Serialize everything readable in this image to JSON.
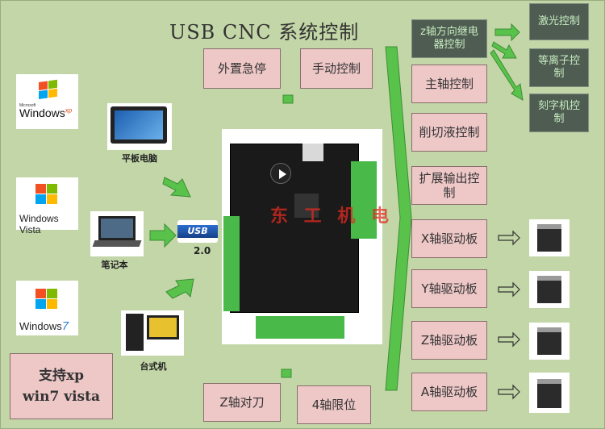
{
  "title": "USB CNC 系统控制",
  "left_os": {
    "xp": {
      "brand": "Windows",
      "sub": "xp",
      "tag": "Microsoft"
    },
    "vista": {
      "brand": "Windows",
      "sub": "Vista"
    },
    "win7": {
      "brand": "Windows",
      "sub": "7"
    }
  },
  "devices": {
    "tablet": "平板电脑",
    "laptop": "笔记本",
    "desktop": "台式机"
  },
  "usb": {
    "logo": "USB",
    "version": "2.0"
  },
  "support": {
    "line1": "支持xp",
    "line2": "win7 vista"
  },
  "top_buttons": {
    "estop": "外置急停",
    "manual": "手动控制"
  },
  "bottom_buttons": {
    "z_tool": "Z轴对刀",
    "limit4": "4轴限位"
  },
  "right_modules": {
    "relay": "z轴方向继电器控制",
    "spindle": "主轴控制",
    "coolant": "削切液控制",
    "expand": "扩展输出控制",
    "x_driver": "X轴驱动板",
    "y_driver": "Y轴驱动板",
    "z_driver": "Z轴驱动板",
    "a_driver": "A轴驱动板"
  },
  "far_right": {
    "laser": "激光控制",
    "plasma": "等离子控制",
    "engraver": "刻字机控制"
  },
  "watermark": "东 工 机 电"
}
